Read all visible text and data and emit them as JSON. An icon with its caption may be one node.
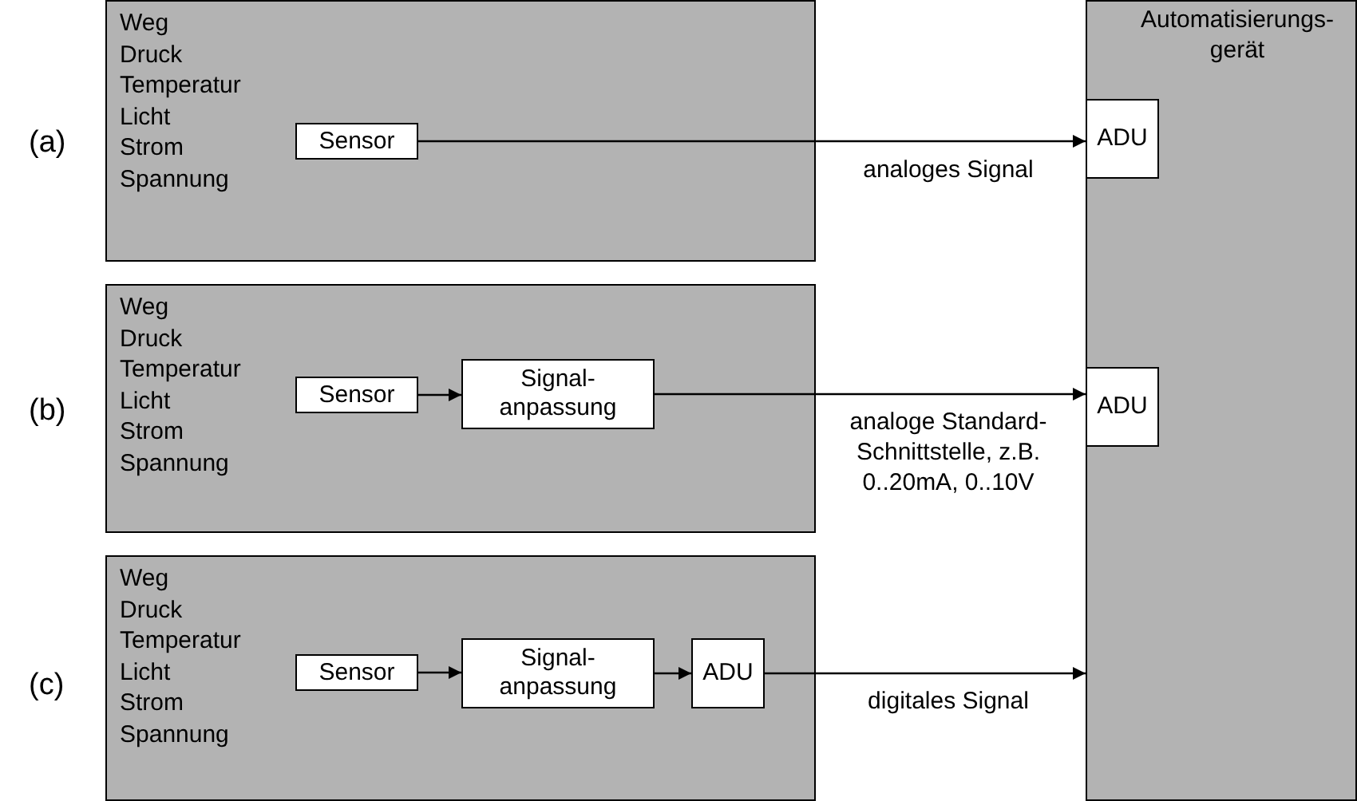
{
  "diagram": {
    "nodes": [
      {
        "text": [
          "Weg",
          "Druck",
          "Temperatur",
          "Licht",
          "Strom",
          "Spannung"
        ]
      },
      {
        "text": [
          "Sensor"
        ],
        "in": 0
      },
      {
        "text": [
          "Weg",
          "Druck",
          "Temperatur",
          "Licht",
          "Strom",
          "Spannung"
        ]
      },
      {
        "text": [
          "Sensor"
        ],
        "in": 2
      },
      {
        "text": [
          "Signal-anpassung"
        ],
        "in": 2
      },
      {
        "text": [
          "Weg",
          "Druck",
          "Temperatur",
          "Licht",
          "Strom",
          "Spannung"
        ]
      },
      {
        "text": [
          "Sensor"
        ],
        "in": 5
      },
      {
        "text": [
          "Signal-anpassung"
        ],
        "in": 5
      },
      {
        "text": [
          "ADU"
        ],
        "in": 5
      },
      {
        "text": [
          "Automatisierungs-gerät"
        ]
      },
      {
        "text": [
          "ADU"
        ],
        "in": 9
      },
      {
        "text": [
          "ADU"
        ],
        "in": 9
      }
    ],
    "edges": [
      {
        "from": 1,
        "to": 10,
        "arrow": "to",
        "label": "analoges Signal"
      },
      {
        "from": 3,
        "to": 4,
        "arrow": "to"
      },
      {
        "from": 4,
        "to": 11,
        "arrow": "to",
        "label": "analoge Standard-Schnittstelle, z.B. 0..20mA, 0..10V"
      },
      {
        "from": 6,
        "to": 7,
        "arrow": "to"
      },
      {
        "from": 7,
        "to": 8,
        "arrow": "to"
      },
      {
        "from": 8,
        "to": 9,
        "arrow": "to",
        "label": "digitales Signal"
      }
    ],
    "labels": [
      "(a)",
      "(b)",
      "(c)"
    ]
  }
}
